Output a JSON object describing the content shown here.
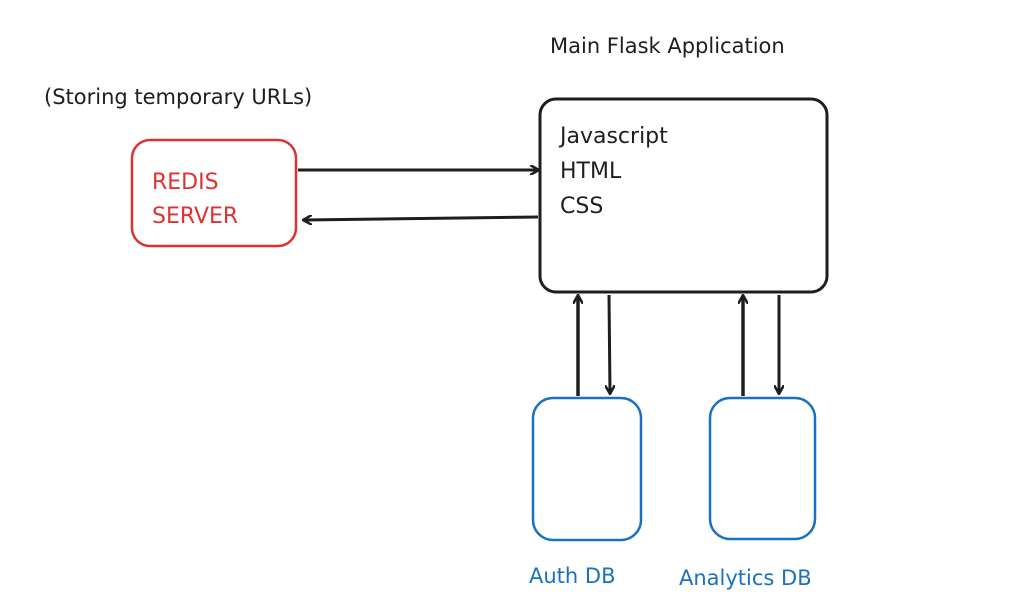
{
  "main_app": {
    "title": "Main Flask Application",
    "lines": [
      "Javascript",
      "HTML",
      "CSS"
    ]
  },
  "redis": {
    "note": "(Storing temporary URLs)",
    "lines": [
      "REDIS",
      "SERVER"
    ],
    "color": "#e03131"
  },
  "databases": {
    "auth_label": "Auth DB",
    "analytics_label": "Analytics DB",
    "color": "#1971c2"
  },
  "stroke_color": "#1e1e1e"
}
